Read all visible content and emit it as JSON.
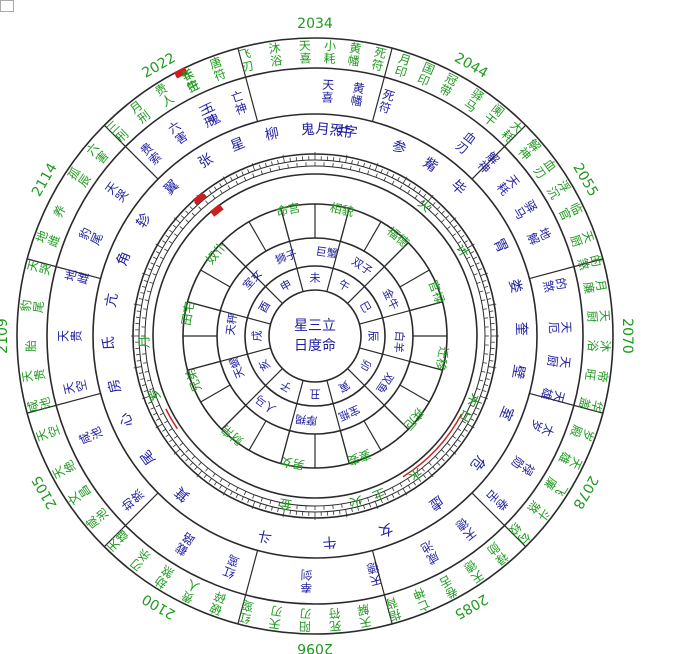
{
  "colors": {
    "green": "#1e9a1e",
    "blue": "#1f1fa0",
    "red": "#cc1f1f",
    "line": "#2a2a2a"
  },
  "center": {
    "line1": "星三立",
    "line2": "日度命"
  },
  "years": [
    {
      "label": "2034",
      "angle": 0
    },
    {
      "label": "2044",
      "angle": 30
    },
    {
      "label": "2055",
      "angle": 60
    },
    {
      "label": "2070",
      "angle": 90
    },
    {
      "label": "2078",
      "angle": 120
    },
    {
      "label": "2085",
      "angle": 150
    },
    {
      "label": "2096",
      "angle": 180
    },
    {
      "label": "2100",
      "angle": 210
    },
    {
      "label": "2105",
      "angle": 240
    },
    {
      "label": "2109",
      "angle": 270
    },
    {
      "label": "2114",
      "angle": 300
    },
    {
      "label": "2022",
      "angle": 330
    }
  ],
  "outer_green_stars": [
    {
      "text": "飞刃",
      "angle": -14
    },
    {
      "text": "沐浴",
      "angle": -8
    },
    {
      "text": "唐符",
      "angle": -20
    },
    {
      "text": "年符",
      "angle": -26
    },
    {
      "text": "天喜",
      "angle": -2
    },
    {
      "text": "小耗",
      "angle": 3
    },
    {
      "text": "黄幡",
      "angle": 8
    },
    {
      "text": "死符",
      "angle": 13
    },
    {
      "text": "月印",
      "angle": 18
    },
    {
      "text": "国印",
      "angle": 23
    },
    {
      "text": "冠带",
      "angle": 28
    },
    {
      "text": "驿马",
      "angle": 34
    },
    {
      "text": "阑干",
      "angle": 39
    },
    {
      "text": "大耗",
      "angle": 44
    },
    {
      "text": "解神",
      "angle": 49
    },
    {
      "text": "血刃",
      "angle": 54
    },
    {
      "text": "浮沉",
      "angle": 59
    },
    {
      "text": "临官",
      "angle": 64
    },
    {
      "text": "天厨",
      "angle": 70
    },
    {
      "text": "的煞",
      "angle": 75
    },
    {
      "text": "月廉",
      "angle": 80
    },
    {
      "text": "天厨",
      "angle": 86
    },
    {
      "text": "沐浴",
      "angle": 92
    },
    {
      "text": "帝旺",
      "angle": 98
    },
    {
      "text": "华盖",
      "angle": 104
    },
    {
      "text": "岁殿",
      "angle": 110
    },
    {
      "text": "天雄",
      "angle": 116
    },
    {
      "text": "飞廉",
      "angle": 122
    },
    {
      "text": "斗煞",
      "angle": 128
    },
    {
      "text": "勾绞",
      "angle": 134
    },
    {
      "text": "禄勋",
      "angle": 140
    },
    {
      "text": "天德",
      "angle": 146
    },
    {
      "text": "卷舌",
      "angle": 152
    },
    {
      "text": "亡神",
      "angle": 158
    },
    {
      "text": "指背",
      "angle": 164
    },
    {
      "text": "天解",
      "angle": 170
    },
    {
      "text": "死符",
      "angle": 176
    },
    {
      "text": "阳刃",
      "angle": 182
    },
    {
      "text": "天刃",
      "angle": 188
    },
    {
      "text": "红鸾",
      "angle": 194
    },
    {
      "text": "破碎",
      "angle": 200
    },
    {
      "text": "贵人",
      "angle": 206
    },
    {
      "text": "劫煞",
      "angle": 212
    },
    {
      "text": "刃杀",
      "angle": 218
    },
    {
      "text": "天雄",
      "angle": 224
    },
    {
      "text": "咸池",
      "angle": 230
    },
    {
      "text": "文昌",
      "angle": 236
    },
    {
      "text": "天绝",
      "angle": 242
    },
    {
      "text": "天空",
      "angle": 250
    },
    {
      "text": "咸池",
      "angle": 256
    },
    {
      "text": "天贵",
      "angle": 262
    },
    {
      "text": "胎",
      "angle": 268
    },
    {
      "text": "豹尾",
      "angle": 276
    },
    {
      "text": "天哭",
      "angle": 284
    },
    {
      "text": "地雌",
      "angle": 290
    },
    {
      "text": "养",
      "angle": 296
    },
    {
      "text": "孤辰",
      "angle": 304
    },
    {
      "text": "六害",
      "angle": 310
    },
    {
      "text": "三刑",
      "angle": 316
    },
    {
      "text": "月刑",
      "angle": 322
    },
    {
      "text": "贵人",
      "angle": 328
    },
    {
      "text": "长生",
      "angle": 334
    }
  ],
  "blue_ring_stars": [
    {
      "text": "五鬼",
      "angle": -25
    },
    {
      "text": "天喜",
      "angle": 3
    },
    {
      "text": "黄幡",
      "angle": 10
    },
    {
      "text": "死符",
      "angle": 17
    },
    {
      "text": "血刃",
      "angle": 38
    },
    {
      "text": "解神",
      "angle": 45
    },
    {
      "text": "天耗",
      "angle": 52
    },
    {
      "text": "驿马",
      "angle": 59
    },
    {
      "text": "地解",
      "angle": 66
    },
    {
      "text": "的煞",
      "angle": 78
    },
    {
      "text": "天厄",
      "angle": 88
    },
    {
      "text": "天厨",
      "angle": 96
    },
    {
      "text": "天雄",
      "angle": 104
    },
    {
      "text": "太岁",
      "angle": 112
    },
    {
      "text": "禄勋",
      "angle": 122
    },
    {
      "text": "卷舌",
      "angle": 132
    },
    {
      "text": "天德",
      "angle": 142
    },
    {
      "text": "咸池",
      "angle": 152
    },
    {
      "text": "天德",
      "angle": 166
    },
    {
      "text": "奉剑",
      "angle": 182
    },
    {
      "text": "红鸾",
      "angle": 200
    },
    {
      "text": "截路",
      "angle": 212
    },
    {
      "text": "劫煞",
      "angle": 228
    },
    {
      "text": "咸池",
      "angle": 246
    },
    {
      "text": "天空",
      "angle": 258
    },
    {
      "text": "天贵",
      "angle": 270
    },
    {
      "text": "地雌",
      "angle": 284
    },
    {
      "text": "豹尾",
      "angle": 294
    },
    {
      "text": "天哭",
      "angle": 306
    },
    {
      "text": "贵索",
      "angle": 318
    },
    {
      "text": "六害",
      "angle": 326
    },
    {
      "text": "三刑",
      "angle": 334
    },
    {
      "text": "亡神",
      "angle": 342
    }
  ],
  "hexagram_ring": [
    {
      "text": "井",
      "angle": 8
    },
    {
      "text": "鬼",
      "angle": -2
    },
    {
      "text": "柳",
      "angle": -12
    },
    {
      "text": "星",
      "angle": -22
    },
    {
      "text": "张",
      "angle": -32
    },
    {
      "text": "翼",
      "angle": -44
    },
    {
      "text": "轸",
      "angle": -56
    },
    {
      "text": "角",
      "angle": -68
    },
    {
      "text": "亢",
      "angle": -80
    },
    {
      "text": "氐",
      "angle": -92
    },
    {
      "text": "房",
      "angle": -104
    },
    {
      "text": "心",
      "angle": -114
    },
    {
      "text": "尾",
      "angle": -126
    },
    {
      "text": "箕",
      "angle": -140
    },
    {
      "text": "斗",
      "angle": -166
    },
    {
      "text": "牛",
      "angle": 176
    },
    {
      "text": "女",
      "angle": 160
    },
    {
      "text": "虚",
      "angle": 144
    },
    {
      "text": "危",
      "angle": 128
    },
    {
      "text": "室",
      "angle": 112
    },
    {
      "text": "壁",
      "angle": 100
    },
    {
      "text": "奎",
      "angle": 88
    },
    {
      "text": "娄",
      "angle": 76
    },
    {
      "text": "胃",
      "angle": 64
    },
    {
      "text": "毕",
      "angle": 44
    },
    {
      "text": "觜",
      "angle": 34
    },
    {
      "text": "参",
      "angle": 24
    },
    {
      "text": "月炁字",
      "angle": 6
    }
  ],
  "planet_ring": [
    {
      "text": "火",
      "angle": 40
    },
    {
      "text": "计",
      "angle": 60
    },
    {
      "text": "木",
      "angle": 112
    },
    {
      "text": "日",
      "angle": 118
    },
    {
      "text": "水",
      "angle": 144
    },
    {
      "text": "土",
      "angle": 158
    },
    {
      "text": "火",
      "angle": 166
    },
    {
      "text": "金",
      "angle": 190
    },
    {
      "text": "月",
      "angle": 268
    },
    {
      "text": "罗",
      "angle": 250
    }
  ],
  "palace_ring": [
    {
      "text": "命宫",
      "angle": -12
    },
    {
      "text": "相貌",
      "angle": 12
    },
    {
      "text": "福德",
      "angle": 40
    },
    {
      "text": "官禄",
      "angle": 70
    },
    {
      "text": "迁移",
      "angle": 100
    },
    {
      "text": "疾厄",
      "angle": 130
    },
    {
      "text": "妻妾",
      "angle": 160
    },
    {
      "text": "男女",
      "angle": 190
    },
    {
      "text": "财帛",
      "angle": 220
    },
    {
      "text": "兄弟",
      "angle": 250
    },
    {
      "text": "田宅",
      "angle": 280
    },
    {
      "text": "奴仆",
      "angle": 310
    }
  ],
  "inner_ring": [
    {
      "text": "巨蟹",
      "angle": 8
    },
    {
      "text": "狮子",
      "angle": -20
    },
    {
      "text": "双子",
      "angle": 34
    },
    {
      "text": "金牛",
      "angle": 64
    },
    {
      "text": "白羊",
      "angle": 94
    },
    {
      "text": "双鱼",
      "angle": 124
    },
    {
      "text": "宝瓶",
      "angle": 156
    },
    {
      "text": "摩羯",
      "angle": 186
    },
    {
      "text": "人马",
      "angle": 216
    },
    {
      "text": "天蝎",
      "angle": 248
    },
    {
      "text": "天秤",
      "angle": 278
    },
    {
      "text": "室女",
      "angle": 312
    }
  ],
  "innermost_ring": [
    {
      "text": "未",
      "angle": 0
    },
    {
      "text": "午",
      "angle": 30
    },
    {
      "text": "巳",
      "angle": 60
    },
    {
      "text": "辰",
      "angle": 90
    },
    {
      "text": "卯",
      "angle": 120
    },
    {
      "text": "寅",
      "angle": 150
    },
    {
      "text": "丑",
      "angle": 180
    },
    {
      "text": "子",
      "angle": 210
    },
    {
      "text": "亥",
      "angle": 240
    },
    {
      "text": "戌",
      "angle": 270
    },
    {
      "text": "酉",
      "angle": 300
    },
    {
      "text": "申",
      "angle": 330
    }
  ]
}
